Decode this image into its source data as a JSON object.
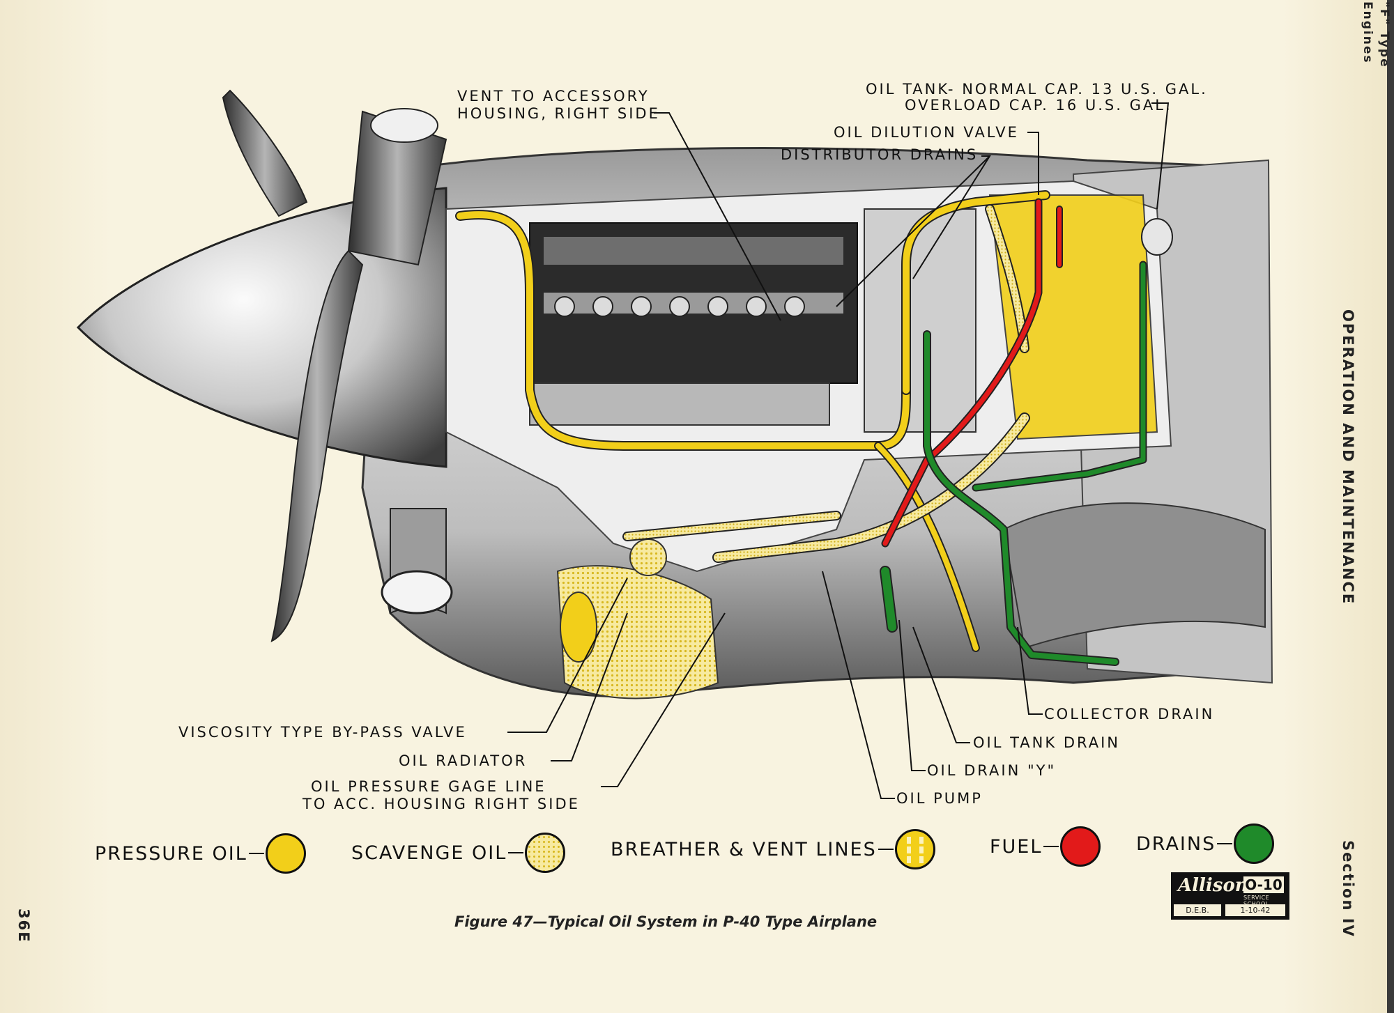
{
  "header": {
    "top_right_line1": "\"F\" Type",
    "top_right_line2": "Engines",
    "section_title": "OPERATION AND MAINTENANCE",
    "section_number": "Section IV",
    "page_number": "36E"
  },
  "callouts": {
    "vent_accessory_1": "VENT TO ACCESSORY",
    "vent_accessory_2": "HOUSING, RIGHT SIDE",
    "oil_tank_1": "OIL TANK- NORMAL CAP. 13 U.S. GAL.",
    "oil_tank_2": "OVERLOAD CAP. 16 U.S. GAL.",
    "oil_dilution_valve": "OIL DILUTION VALVE",
    "distributor_drains": "DISTRIBUTOR DRAINS",
    "viscosity_valve": "VISCOSITY TYPE BY-PASS VALVE",
    "oil_radiator": "OIL RADIATOR",
    "gage_line_1": "OIL PRESSURE GAGE LINE",
    "gage_line_2": "TO ACC. HOUSING RIGHT SIDE",
    "collector_drain": "COLLECTOR DRAIN",
    "oil_tank_drain": "OIL TANK DRAIN",
    "oil_drain_y": "OIL DRAIN \"Y\"",
    "oil_pump": "OIL PUMP"
  },
  "legend": [
    {
      "label": "PRESSURE OIL",
      "color": "#f2cf1a",
      "pattern": "solid"
    },
    {
      "label": "SCAVENGE OIL",
      "color": "#f4e48a",
      "pattern": "dotted"
    },
    {
      "label": "BREATHER & VENT LINES",
      "color": "#f2cf1a",
      "pattern": "vent"
    },
    {
      "label": "FUEL",
      "color": "#e21a1a",
      "pattern": "solid"
    },
    {
      "label": "DRAINS",
      "color": "#1f8a2a",
      "pattern": "solid"
    }
  ],
  "caption": "Figure 47—Typical Oil System in P-40 Type Airplane",
  "stamp": {
    "script": "Allison",
    "code": "O-10",
    "school": "SERVICE SCHOOL",
    "initials": "D.E.B.",
    "date": "1-10-42"
  },
  "colors": {
    "pressure_oil": "#f2cf1a",
    "scavenge_oil": "#f4e48a",
    "fuel": "#e21a1a",
    "drains": "#1f8a2a",
    "paper": "#f6f0da"
  }
}
